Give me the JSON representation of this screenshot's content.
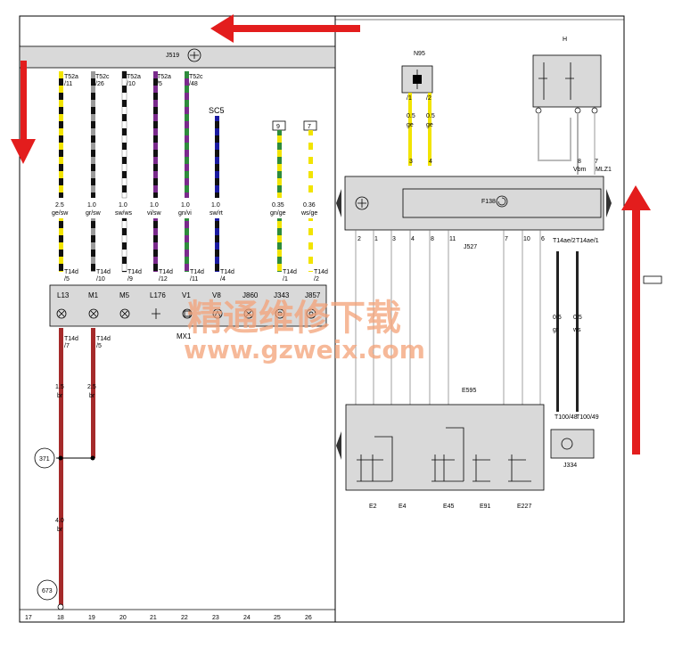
{
  "colors": {
    "accent_arrow": "#e31d1d",
    "panel_fill": "#d9d9d9",
    "wire_brown": "#a52a2a",
    "watermark": "#f4a278"
  },
  "left": {
    "module_title": "J519",
    "sc_label": "SC5",
    "box_9": "9",
    "box_7": "7",
    "mx_label": "MX1",
    "top_connectors": [
      {
        "conn": "T52a",
        "pin": "/11"
      },
      {
        "conn": "T52c",
        "pin": "/26"
      },
      {
        "conn": "T52a",
        "pin": "/10"
      },
      {
        "conn": "T52a",
        "pin": "/5"
      },
      {
        "conn": "T52c",
        "pin": "/48"
      }
    ],
    "wires": [
      {
        "size": "2.5",
        "color": "ge/sw"
      },
      {
        "size": "1.0",
        "color": "gr/sw"
      },
      {
        "size": "1.0",
        "color": "sw/ws"
      },
      {
        "size": "1.0",
        "color": "vi/sw"
      },
      {
        "size": "1.0",
        "color": "gn/vi"
      },
      {
        "size": "1.0",
        "color": "sw/rt"
      },
      {
        "size": "0.35",
        "color": "gn/ge"
      },
      {
        "size": "0.36",
        "color": "ws/ge"
      }
    ],
    "t14d_top": [
      "/5",
      "/10",
      "/9",
      "/12",
      "/11",
      "/4",
      "/1",
      "/2"
    ],
    "t14d_label": "T14d",
    "components": [
      "L13",
      "M1",
      "M5",
      "L176",
      "V1",
      "V8",
      "J860",
      "J343",
      "J857"
    ],
    "t14d_bottom": [
      "/7",
      "/5"
    ],
    "brown_wires": [
      {
        "size": "1.5",
        "color": "br"
      },
      {
        "size": "2.5",
        "color": "br"
      },
      {
        "size": "4.0",
        "color": "br"
      }
    ],
    "ref_371": "371",
    "ref_673": "673",
    "columns": [
      "17",
      "18",
      "19",
      "20",
      "21",
      "22",
      "23",
      "24",
      "25",
      "26"
    ]
  },
  "right": {
    "n95_label": "N95",
    "h_label": "H",
    "n95_pins": [
      {
        "pin": "/1",
        "size": "0.5",
        "color": "ge"
      },
      {
        "pin": "/2",
        "size": "0.5",
        "color": "ge"
      }
    ],
    "f_label": "F138",
    "j527_label": "J527",
    "top_pins": [
      "3",
      "4",
      "8",
      "7"
    ],
    "sub_top_labels": [
      "Vbm",
      "MLZ1"
    ],
    "bottom_pins": [
      "2",
      "1",
      "3",
      "4",
      "8",
      "11",
      "7",
      "10",
      "6"
    ],
    "t14ae": [
      "T14ae/2",
      "T14ae/1"
    ],
    "right_wires": [
      {
        "size": "0.5",
        "color": "gr"
      },
      {
        "size": "0.5",
        "color": "ws"
      }
    ],
    "e595_label": "E595",
    "t100": [
      "T100/48",
      "T100/49"
    ],
    "j334_label": "J334",
    "bottom_labels": [
      "E2",
      "E4",
      "E45",
      "E91",
      "E227"
    ]
  },
  "watermark": {
    "cn": "精通维修下载",
    "url": "www.gzweix.com"
  }
}
